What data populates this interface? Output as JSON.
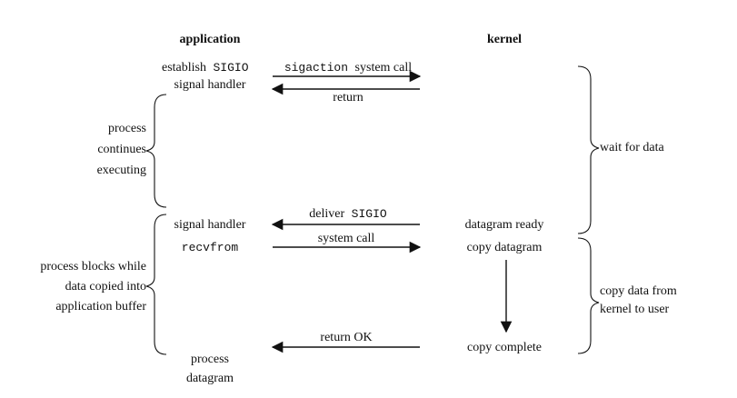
{
  "headers": {
    "application": "application",
    "kernel": "kernel"
  },
  "app_side": {
    "establish": "establish",
    "sigio_1": "SIGIO",
    "signal_handler_1": "signal handler",
    "signal_handler_2": "signal handler",
    "recvfrom": "recvfrom",
    "process": "process",
    "datagram": "datagram"
  },
  "arrows": {
    "sigaction": "sigaction",
    "system_call_1": "system call",
    "return": "return",
    "deliver": "deliver",
    "sigio_2": "SIGIO",
    "system_call_2": "system call",
    "return_ok": "return OK"
  },
  "kernel_side": {
    "datagram_ready": "datagram ready",
    "copy_datagram": "copy datagram",
    "copy_complete": "copy complete"
  },
  "left_labels": {
    "continues_line1": "process",
    "continues_line2": "continues",
    "continues_line3": "executing",
    "blocks_line1": "process blocks while",
    "blocks_line2": "data copied into",
    "blocks_line3": "application buffer"
  },
  "right_labels": {
    "wait_for_data": "wait for data",
    "copy_line1": "copy data from",
    "copy_line2": "kernel to user"
  }
}
